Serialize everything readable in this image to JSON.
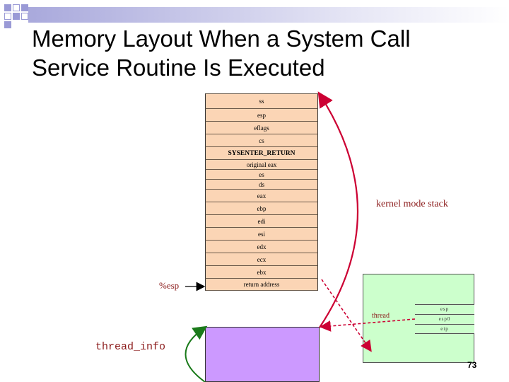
{
  "title_line1": "Memory Layout When a System Call",
  "title_line2": "Service Routine Is Executed",
  "stack_cells": [
    {
      "label": "ss",
      "bold": false
    },
    {
      "label": "esp",
      "bold": false
    },
    {
      "label": "eflags",
      "bold": false
    },
    {
      "label": "cs",
      "bold": false
    },
    {
      "label": "SYSENTER_RETURN",
      "bold": true
    },
    {
      "label": "original eax",
      "bold": false
    },
    {
      "label": "es",
      "bold": false
    },
    {
      "label": "ds",
      "bold": false
    },
    {
      "label": "eax",
      "bold": false
    },
    {
      "label": "ebp",
      "bold": false
    },
    {
      "label": "edi",
      "bold": false
    },
    {
      "label": "esi",
      "bold": false
    },
    {
      "label": "edx",
      "bold": false
    },
    {
      "label": "ecx",
      "bold": false
    },
    {
      "label": "ebx",
      "bold": false
    },
    {
      "label": "return address",
      "bold": false
    }
  ],
  "labels": {
    "kernel_mode_stack": "kernel mode stack",
    "esp_pointer": "%esp",
    "thread_info": "thread_info",
    "thread": "thread",
    "page_number": "73"
  },
  "thread_struct_rows": [
    "esp",
    "esp0",
    "eip"
  ],
  "colors": {
    "stack_fill": "#fbd5b5",
    "thread_info_fill": "#cc99ff",
    "thread_struct_fill": "#ccffcc",
    "label_color": "#8b1a1a",
    "arrow_red": "#cc0033",
    "arrow_green": "#1a7a1a",
    "accent_bar": "#a9a9dc"
  }
}
